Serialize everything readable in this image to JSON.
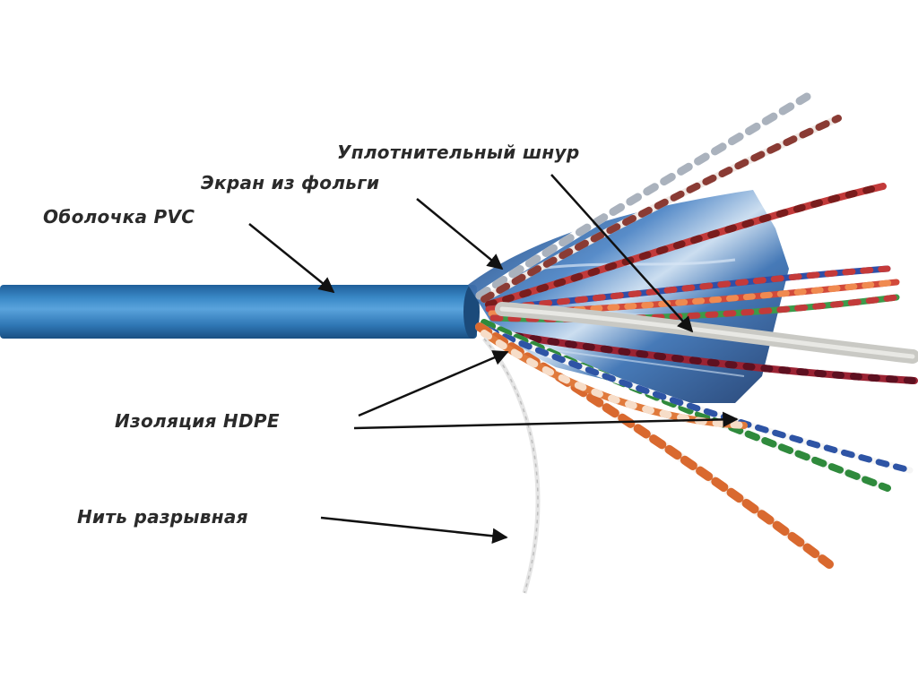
{
  "labels": {
    "sheath": "Оболочка PVC",
    "foil": "Экран из фольги",
    "filler": "Уплотнительный шнур",
    "insulation": "Изоляция HDPE",
    "ripcord": "Нить разрывная"
  },
  "colors": {
    "jacket": "#2f79b8",
    "foil": "#2e5f9a",
    "arrow": "#111111",
    "text": "#2a2a2a"
  }
}
